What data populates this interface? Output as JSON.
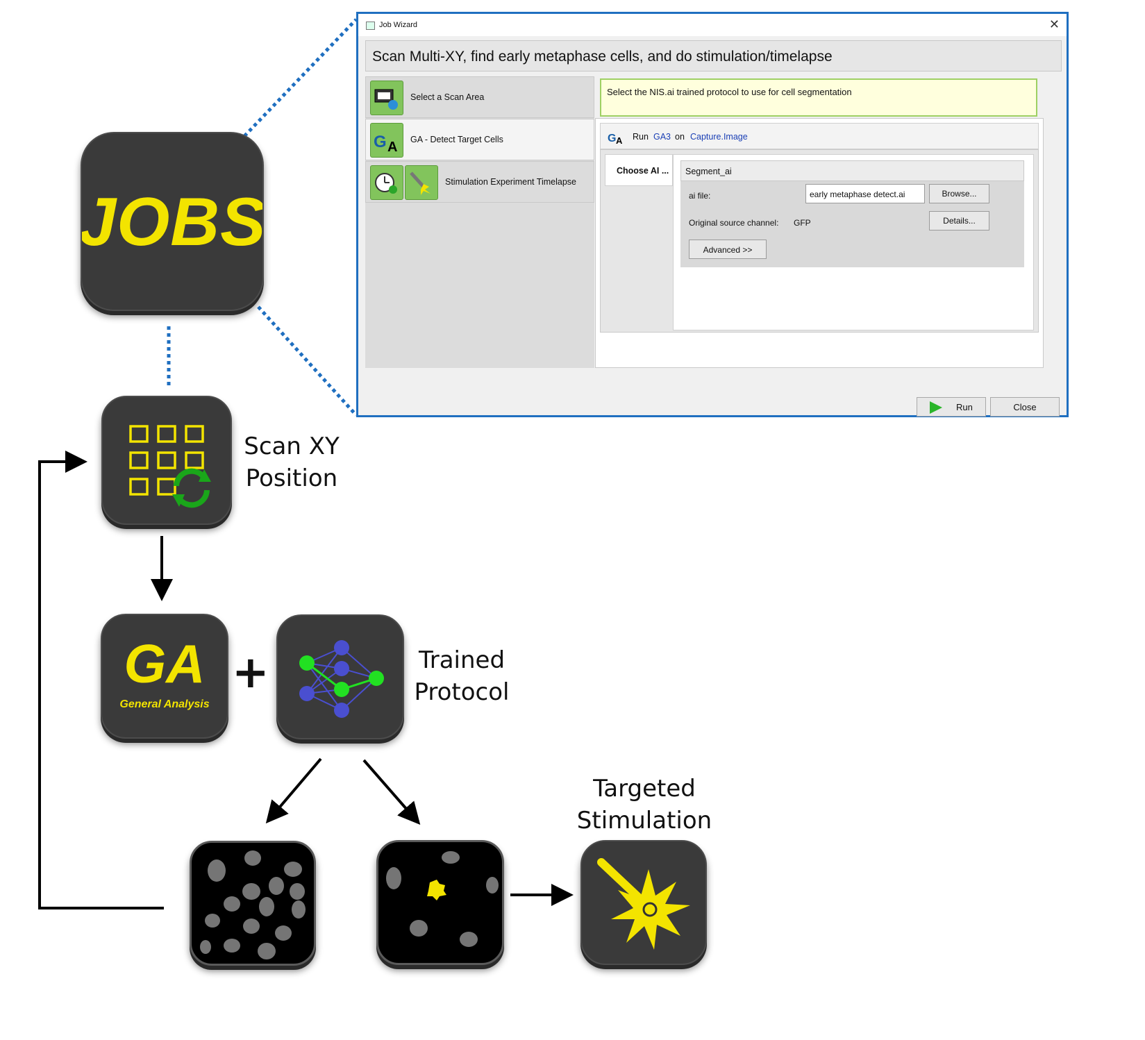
{
  "icons": {
    "jobs": "JOBS",
    "ga_main": "GA",
    "ga_sub": "General Analysis"
  },
  "labels": {
    "scan_xy_line1": "Scan XY",
    "scan_xy_line2": "Position",
    "trained_line1": "Trained",
    "trained_line2": "Protocol",
    "targeted_line1": "Targeted",
    "targeted_line2": "Stimulation",
    "plus": "+"
  },
  "colors": {
    "accent_yellow": "#f3e400",
    "dotted_blue": "#1f6fc0",
    "tile_dark": "#3a3a3a",
    "node_green": "#22e022",
    "node_blue": "#4a4fd0"
  },
  "wizard": {
    "window_title": "Job Wizard",
    "close_glyph": "✕",
    "header": "Scan Multi-XY, find early metaphase cells, and do stimulation/timelapse",
    "steps": [
      {
        "label": "Select a Scan Area"
      },
      {
        "label": "GA - Detect Target Cells"
      },
      {
        "label": "Stimulation Experiment Timelapse"
      }
    ],
    "hint": "Select the NIS.ai trained protocol to use for cell segmentation",
    "run_bar": {
      "run": "Run",
      "ga": "GA3",
      "on": "on",
      "target": "Capture.Image"
    },
    "choose_ai": "Choose AI ...",
    "segment_title": "Segment_ai",
    "ai_file_label": "ai file:",
    "ai_file_value": "early metaphase detect.ai",
    "browse": "Browse...",
    "source_label": "Original source channel:",
    "source_value": "GFP",
    "details": "Details...",
    "advanced": "Advanced >>",
    "run_button": "Run",
    "close_button": "Close"
  }
}
